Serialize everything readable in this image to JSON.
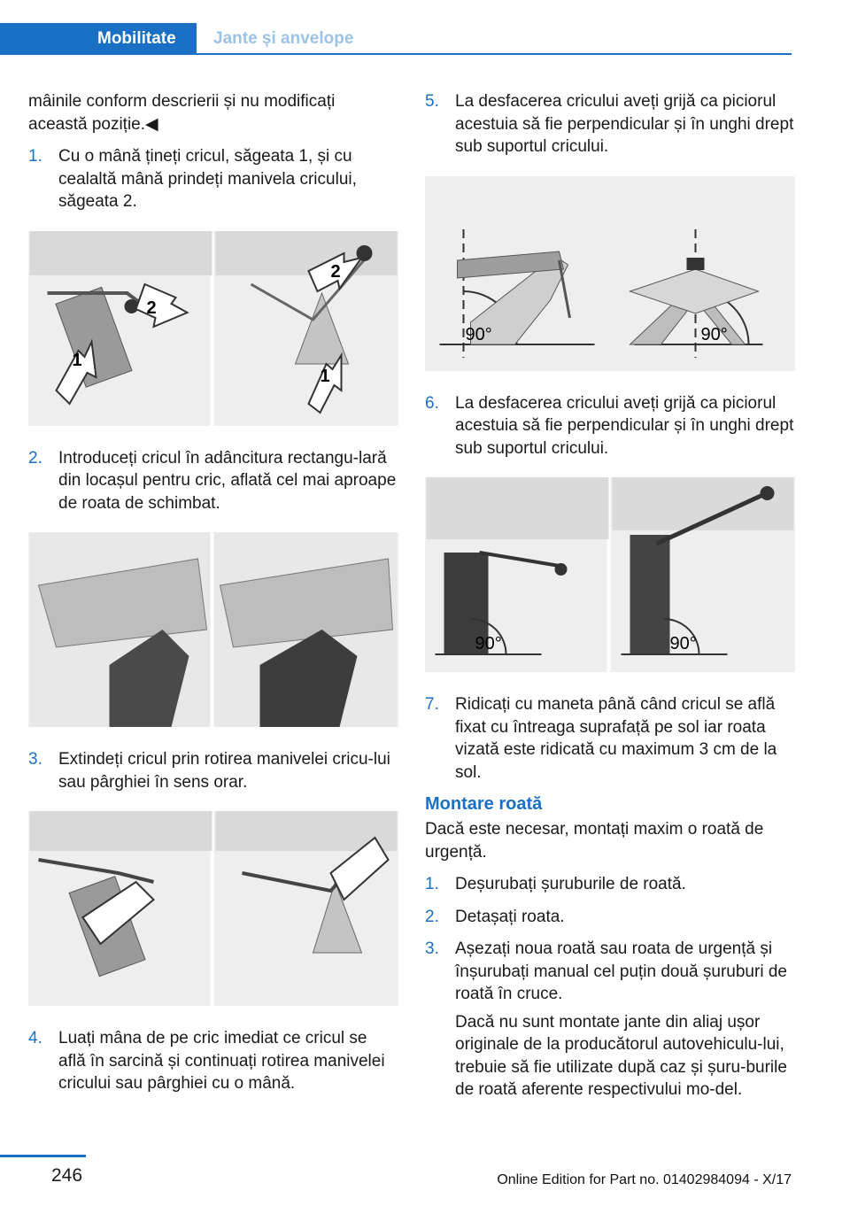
{
  "header": {
    "active_tab": "Mobilitate",
    "inactive_tab": "Jante și anvelope"
  },
  "left": {
    "intro": "mâinile conform descrierii și nu modificați această poziție.◀",
    "steps": [
      {
        "num": "1.",
        "text": "Cu o mână țineți cricul, săgeata 1, și cu cealaltă mână prindeți manivela cricului, săgeata 2."
      },
      {
        "num": "2.",
        "text": "Introduceți cricul în adâncitura rectangu-lară din locașul pentru cric, aflată cel mai aproape de roata de schimbat."
      },
      {
        "num": "3.",
        "text": "Extindeți cricul prin rotirea manivelei cricu-lui sau pârghiei în sens orar."
      },
      {
        "num": "4.",
        "text": "Luați mâna de pe cric imediat ce cricul se află în sarcină și continuați rotirea manivelei cricului sau pârghiei cu o mână."
      }
    ],
    "fig1_labels": [
      "1",
      "2",
      "2",
      "1"
    ]
  },
  "right": {
    "steps": [
      {
        "num": "5.",
        "text": "La desfacerea cricului aveți grijă ca piciorul acestuia să fie perpendicular și în unghi drept sub suportul cricului."
      },
      {
        "num": "6.",
        "text": "La desfacerea cricului aveți grijă ca piciorul acestuia să fie perpendicular și în unghi drept sub suportul cricului."
      },
      {
        "num": "7.",
        "text": "Ridicați cu maneta până când cricul se află fixat cu întreaga suprafață pe sol iar roata vizată este ridicată cu maximum 3 cm de la sol."
      }
    ],
    "angle_label": "90°",
    "section_title": "Montare roată",
    "section_intro": "Dacă este necesar, montați maxim o roată de urgență.",
    "mount_steps": [
      {
        "num": "1.",
        "text": "Deșurubați șuruburile de roată."
      },
      {
        "num": "2.",
        "text": "Detașați roata."
      },
      {
        "num": "3.",
        "text": "Așezați noua roată sau roata de urgență și înșurubați manual cel puțin două șuruburi de roată în cruce.",
        "note": "Dacă nu sunt montate jante din aliaj ușor originale de la producătorul autovehiculu-lui, trebuie să fie utilizate după caz și șuru-burile de roată aferente respectivului mo-del."
      }
    ]
  },
  "footer": {
    "page": "246",
    "edition": "Online Edition for Part no. 01402984094 - X/17"
  },
  "colors": {
    "accent": "#1a70c4",
    "tab_inactive_text": "#9cc3e6",
    "figure_bg": "#f0f0f0"
  }
}
